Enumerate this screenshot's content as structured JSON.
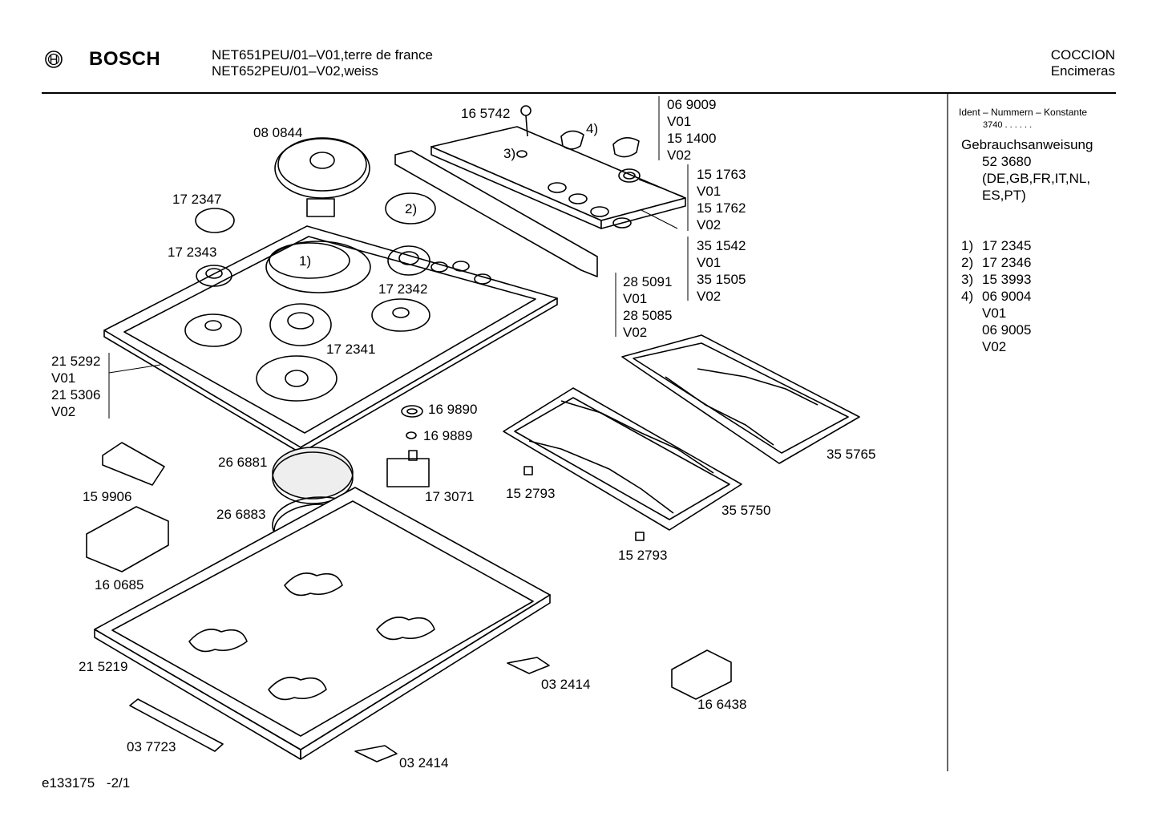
{
  "header": {
    "brand": "BOSCH",
    "model_line_1": "NET651PEU/01–V01,terre de france",
    "model_line_2": "NET652PEU/01–V02,weiss",
    "category_1": "COCCION",
    "category_2": "Encimeras"
  },
  "sidebar": {
    "ident_title": "Ident – Nummern – Konstante",
    "ident_value": "3740  .  .  .  .  .  .",
    "manual_title": "Gebrauchsanweisung",
    "manual_number": "52 3680",
    "manual_langs_1": "(DE,GB,FR,IT,NL,",
    "manual_langs_2": "ES,PT)",
    "footnotes": [
      {
        "key": "1)",
        "value": "17 2345"
      },
      {
        "key": "2)",
        "value": "17 2346"
      },
      {
        "key": "3)",
        "value": "15 3993"
      },
      {
        "key": "4)",
        "value": "06 9004"
      },
      {
        "key": "",
        "value": "V01"
      },
      {
        "key": "",
        "value": "06 9005"
      },
      {
        "key": "",
        "value": "V02"
      }
    ]
  },
  "parts": {
    "p_165742": "16 5742",
    "p_080844": "08 0844",
    "p_069009": "06 9009",
    "p_069009_v": "V01",
    "p_151400": "15 1400",
    "p_151400_v": "V02",
    "p_151763": "15 1763",
    "p_151763_v": "V01",
    "p_151762": "15 1762",
    "p_151762_v": "V02",
    "p_351542": "35 1542",
    "p_351542_v": "V01",
    "p_351505": "35 1505",
    "p_351505_v": "V02",
    "p_285091": "28 5091",
    "p_285091_v": "V01",
    "p_285085": "28 5085",
    "p_285085_v": "V02",
    "p_172347": "17 2347",
    "p_172343": "17 2343",
    "p_172342": "17 2342",
    "p_172341": "17 2341",
    "p_215292": "21 5292",
    "p_215292_v": "V01",
    "p_215306": "21 5306",
    "p_215306_v": "V02",
    "p_169890": "16 9890",
    "p_169889": "16 9889",
    "p_266881": "26 6881",
    "p_266883": "26 6883",
    "p_173071": "17 3071",
    "p_159906": "15 9906",
    "p_160685": "16 0685",
    "p_152793a": "15 2793",
    "p_152793b": "15 2793",
    "p_355765": "35 5765",
    "p_355750": "35 5750",
    "p_215219": "21 5219",
    "p_032414a": "03 2414",
    "p_032414b": "03 2414",
    "p_166438": "16 6438",
    "p_037723": "03 7723"
  },
  "callouts": {
    "c1": "1)",
    "c2": "2)",
    "c3": "3)",
    "c4": "4)"
  },
  "footer": {
    "drawing_id": "e133175",
    "page": "-2/1"
  }
}
